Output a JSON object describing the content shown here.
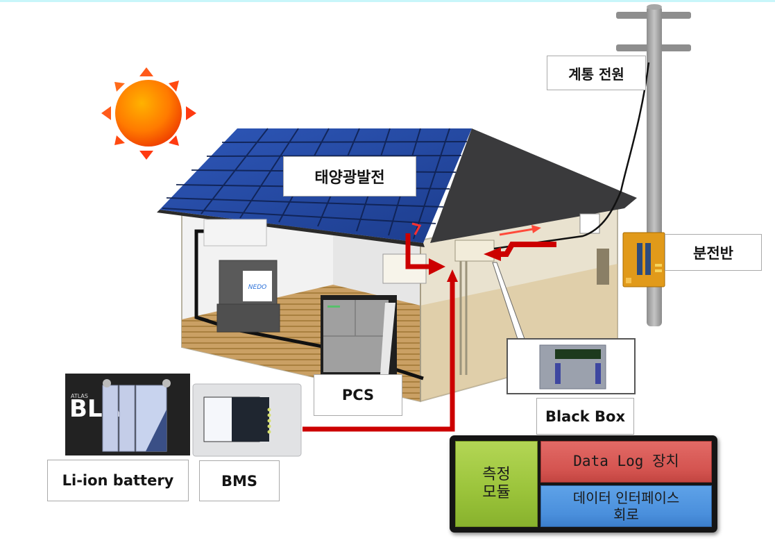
{
  "diagram": {
    "title": "Solar PV + ESS Black Box Monitoring System",
    "labels": {
      "grid_power": "계통 전원",
      "solar_generation": "태양광발전",
      "distribution_panel": "분전반",
      "pcs": "PCS",
      "black_box": "Black Box",
      "li_ion_battery": "Li-ion battery",
      "bms": "BMS"
    },
    "device_badges": {
      "battery_brand": "BLA",
      "battery_sub": "ATLAS",
      "tv_logo": "NEDO"
    },
    "black_box_modules": {
      "measurement_module": [
        "측정",
        "모듈"
      ],
      "data_log_device": "Data Log 장치",
      "data_interface_circuit": [
        "데이터 인터페이스",
        "회로"
      ]
    },
    "colors": {
      "flow_arrow": "#cc0000",
      "roof_panel": "#1f3f8f",
      "roof_dark": "#3a3a3c",
      "wall": "#e9e2cf",
      "floor": "#c89a58",
      "sun": "#ff7a00",
      "measurement_module": "#9ac33a",
      "data_log_device": "#d45450",
      "data_interface_circuit": "#4a8fdc",
      "top_border": "#c8f6fa"
    }
  }
}
